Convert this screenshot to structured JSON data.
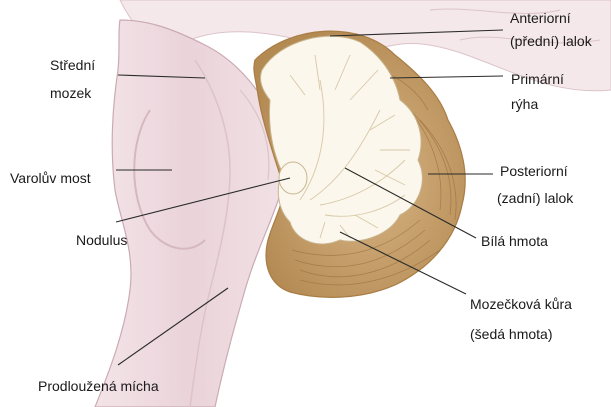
{
  "labels": {
    "stredni_mozek": [
      "Střední",
      "mozek"
    ],
    "varoluv_most": "Varolův most",
    "nodulus": "Nodulus",
    "prodlouzena_micha": "Prodloužená mícha",
    "anteriorni_lalok": [
      "Anteriorní",
      "(přední) lalok"
    ],
    "primarni_ryha": [
      "Primární",
      "rýha"
    ],
    "posteriorni_lalok": [
      "Posteriorní",
      "(zadní) lalok"
    ],
    "bila_hmota": "Bílá hmota",
    "mozeckova_kura": [
      "Mozečková kůra",
      "(šedá hmota)"
    ]
  },
  "colors": {
    "brainstem": "#ecd7dd",
    "brainstem_outline": "#cbaab4",
    "white_matter": "#fbf7ec",
    "cortex": "#c39a63",
    "cortex_dark": "#a97d44",
    "leader_line": "#2a2a2a"
  }
}
